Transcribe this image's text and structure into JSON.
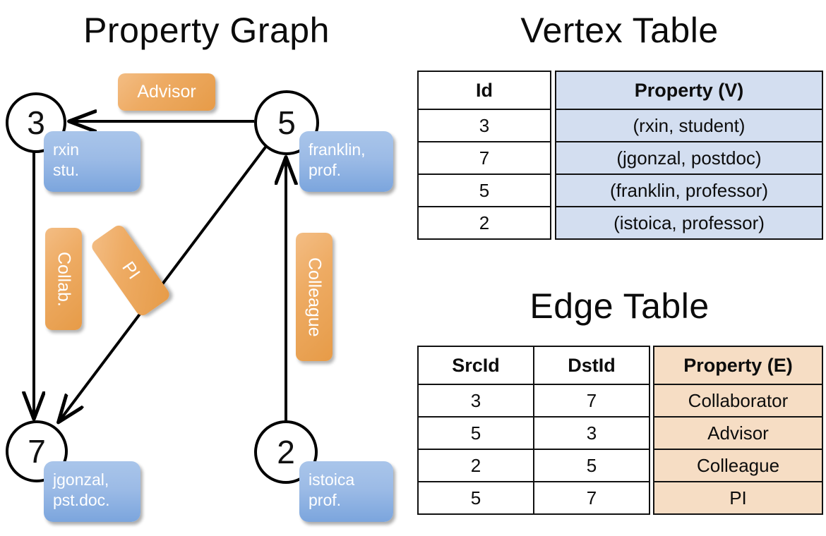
{
  "titles": {
    "property_graph": "Property Graph",
    "vertex_table": "Vertex Table",
    "edge_table": "Edge Table"
  },
  "graph": {
    "nodes": [
      {
        "id": "3",
        "property_lines": [
          "rxin",
          "stu."
        ]
      },
      {
        "id": "5",
        "property_lines": [
          "franklin,",
          "prof."
        ]
      },
      {
        "id": "7",
        "property_lines": [
          "jgonzal,",
          "pst.doc."
        ]
      },
      {
        "id": "2",
        "property_lines": [
          "istoica",
          "prof."
        ]
      }
    ],
    "edge_labels": [
      {
        "name": "advisor",
        "text": "Advisor",
        "orientation": "horizontal"
      },
      {
        "name": "collab",
        "text": "Collab.",
        "orientation": "vertical"
      },
      {
        "name": "pi",
        "text": "PI",
        "orientation": "vertical-rotated"
      },
      {
        "name": "colleague",
        "text": "Colleague",
        "orientation": "vertical"
      }
    ],
    "edges": [
      {
        "from": "5",
        "to": "3",
        "label": "Advisor"
      },
      {
        "from": "3",
        "to": "7",
        "label": "Collab."
      },
      {
        "from": "5",
        "to": "7",
        "label": "PI"
      },
      {
        "from": "2",
        "to": "5",
        "label": "Colleague"
      }
    ]
  },
  "vertex_table": {
    "headers": [
      "Id",
      "Property (V)"
    ],
    "rows": [
      {
        "id": "3",
        "property": "(rxin, student)"
      },
      {
        "id": "7",
        "property": "(jgonzal, postdoc)"
      },
      {
        "id": "5",
        "property": "(franklin, professor)"
      },
      {
        "id": "2",
        "property": "(istoica, professor)"
      }
    ]
  },
  "edge_table": {
    "headers": [
      "SrcId",
      "DstId",
      "Property (E)"
    ],
    "rows": [
      {
        "src": "3",
        "dst": "7",
        "property": "Collaborator"
      },
      {
        "src": "5",
        "dst": "3",
        "property": "Advisor"
      },
      {
        "src": "2",
        "dst": "5",
        "property": "Colleague"
      },
      {
        "src": "5",
        "dst": "7",
        "property": "PI"
      }
    ]
  },
  "colors": {
    "vertex_box": "#9cbbe6",
    "edge_label": "#eeab63",
    "vertex_table_fill": "#d3def0",
    "edge_table_fill": "#f6ddc4",
    "stroke": "#000000",
    "background": "#ffffff"
  }
}
